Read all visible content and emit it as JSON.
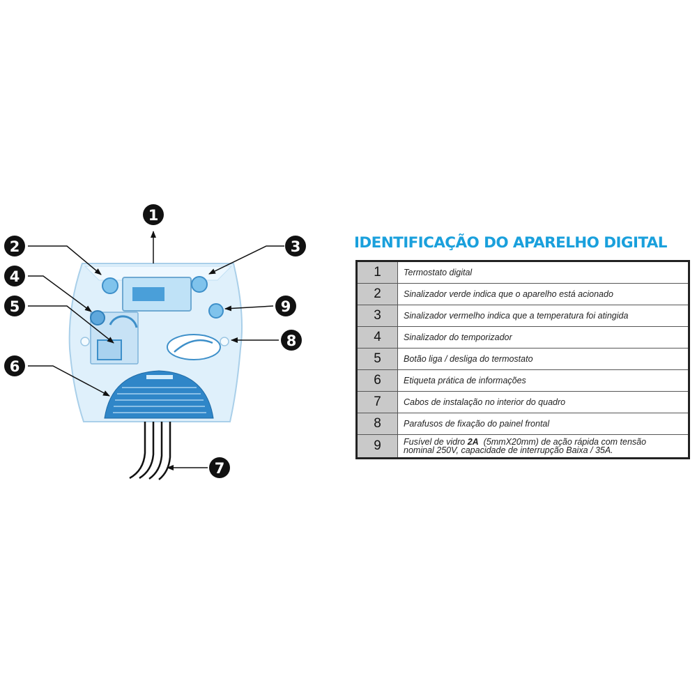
{
  "title": "IDENTIFICAÇÃO DO APARELHO DIGITAL",
  "colors": {
    "title": "#1aa0dc",
    "number_cell": "#c9c9c9",
    "panel_fill": "#dff0fb",
    "panel_outline": "#a9cfe9",
    "label_blue": "#2f86c8"
  },
  "callouts": [
    "1",
    "2",
    "3",
    "4",
    "5",
    "6",
    "7",
    "8",
    "9"
  ],
  "rows": [
    {
      "num": "1",
      "text": "Termostato digital"
    },
    {
      "num": "2",
      "text": "Sinalizador verde indica que o aparelho está acionado"
    },
    {
      "num": "3",
      "text": "Sinalizador vermelho indica que a temperatura foi atingida"
    },
    {
      "num": "4",
      "text": "Sinalizador do temporizador"
    },
    {
      "num": "5",
      "text": "Botão liga / desliga do termostato"
    },
    {
      "num": "6",
      "text": "Etiqueta prática de informações"
    },
    {
      "num": "7",
      "text": "Cabos de instalação no interior do quadro"
    },
    {
      "num": "8",
      "text": "Parafusos de fixação do painel frontal"
    },
    {
      "num": "9",
      "text_pre": "Fusível de vidro ",
      "text_bold": "2A",
      "text_post": "  (5mmX20mm) de ação rápida com tensão",
      "text_line2": "nominal 250V, capacidade de interrupção Baixa / 35A."
    }
  ]
}
